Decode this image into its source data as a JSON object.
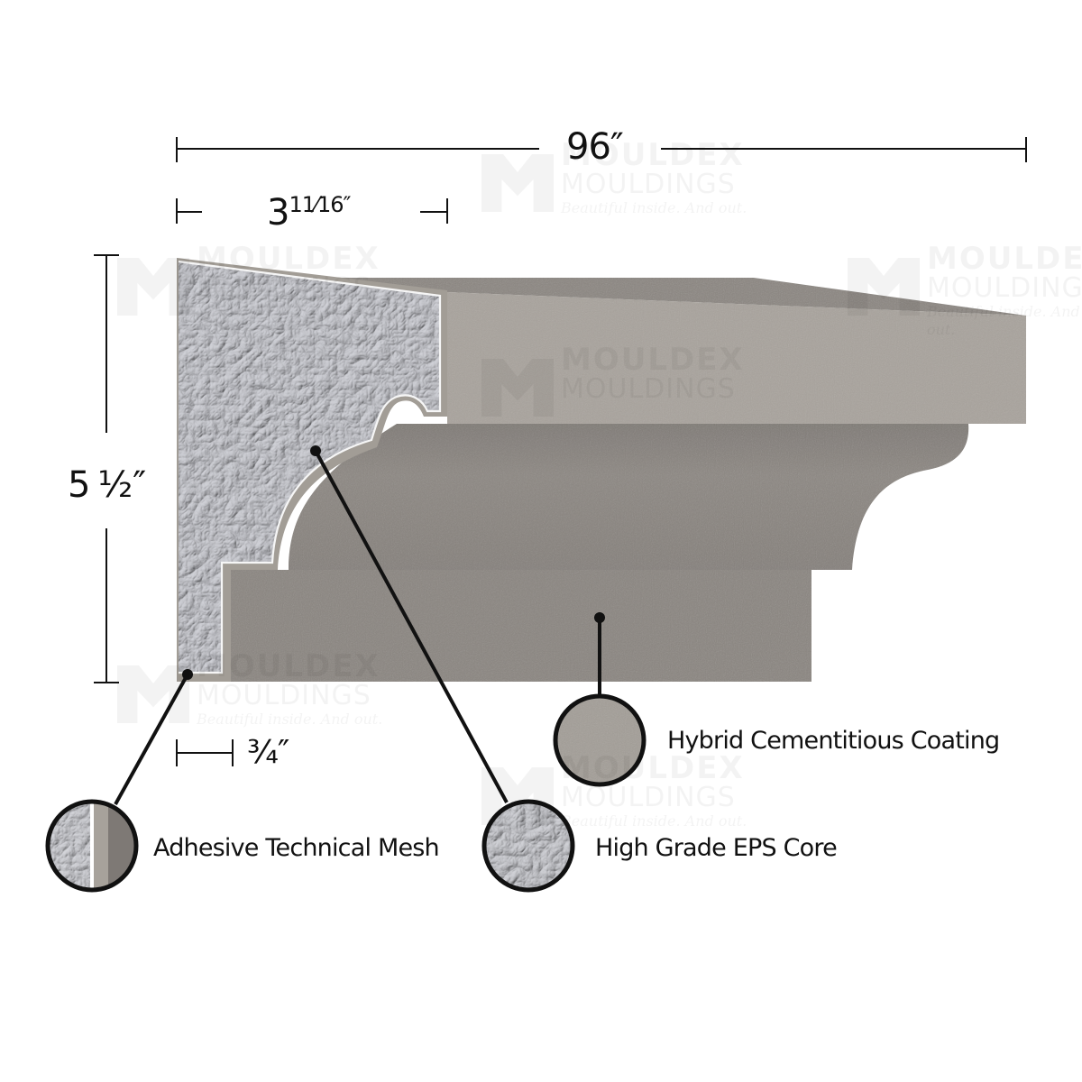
{
  "brand": {
    "watermark_name": "MOULDEX",
    "watermark_sub": "MOULDINGS",
    "watermark_tagline": "Beautiful inside. And out."
  },
  "dimensions": {
    "length": "96″",
    "projection_whole": "3",
    "projection_fraction": "11⁄16″",
    "height": "5 ½″",
    "coating_thickness": "¾″"
  },
  "legend": {
    "items": [
      {
        "id": "coating",
        "label": "Hybrid Cementitious Coating",
        "swatch": "cement-texture"
      },
      {
        "id": "mesh",
        "label": "Adhesive Technical Mesh",
        "swatch": "mesh-crosssection"
      },
      {
        "id": "core",
        "label": "High Grade EPS Core",
        "swatch": "eps-foam-texture"
      }
    ]
  },
  "colors": {
    "background": "#ffffff",
    "coating_light": "#a7a29b",
    "coating_mid": "#8f8a84",
    "coating_dark": "#7d7873",
    "top_face": "#8a8580",
    "eps_core": "#d4d5da",
    "mesh_edge": "#f4f4f4",
    "line": "#111111"
  }
}
